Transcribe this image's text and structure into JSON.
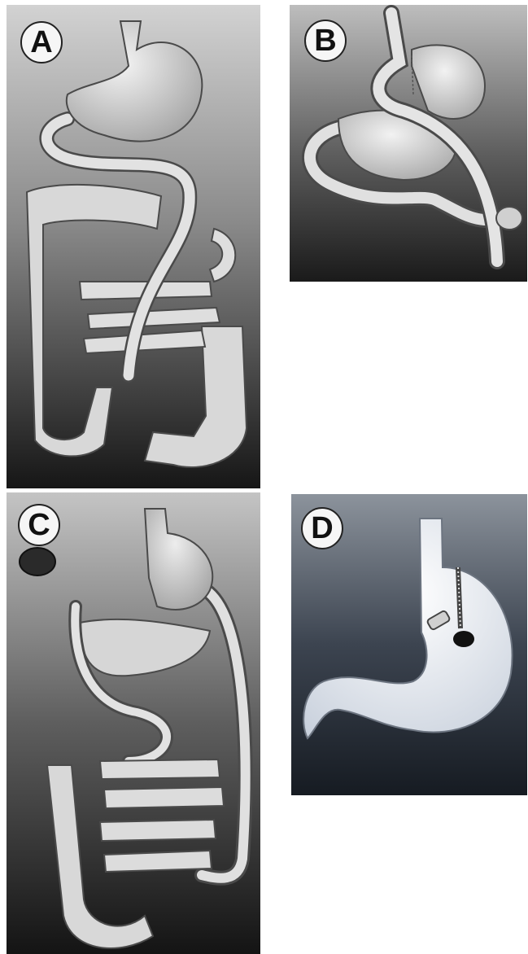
{
  "panels": [
    {
      "label": "A"
    },
    {
      "label": "B"
    },
    {
      "label": "C"
    },
    {
      "label": "D"
    }
  ],
  "colors": {
    "background_light": "#c9c9c9",
    "background_dark": "#1c1c1c",
    "organ_fill": "#dcdcdc",
    "organ_outline": "#4a4a4a",
    "panel_d_background": "#1e2430",
    "panel_d_organ": "#e6ebf2"
  }
}
